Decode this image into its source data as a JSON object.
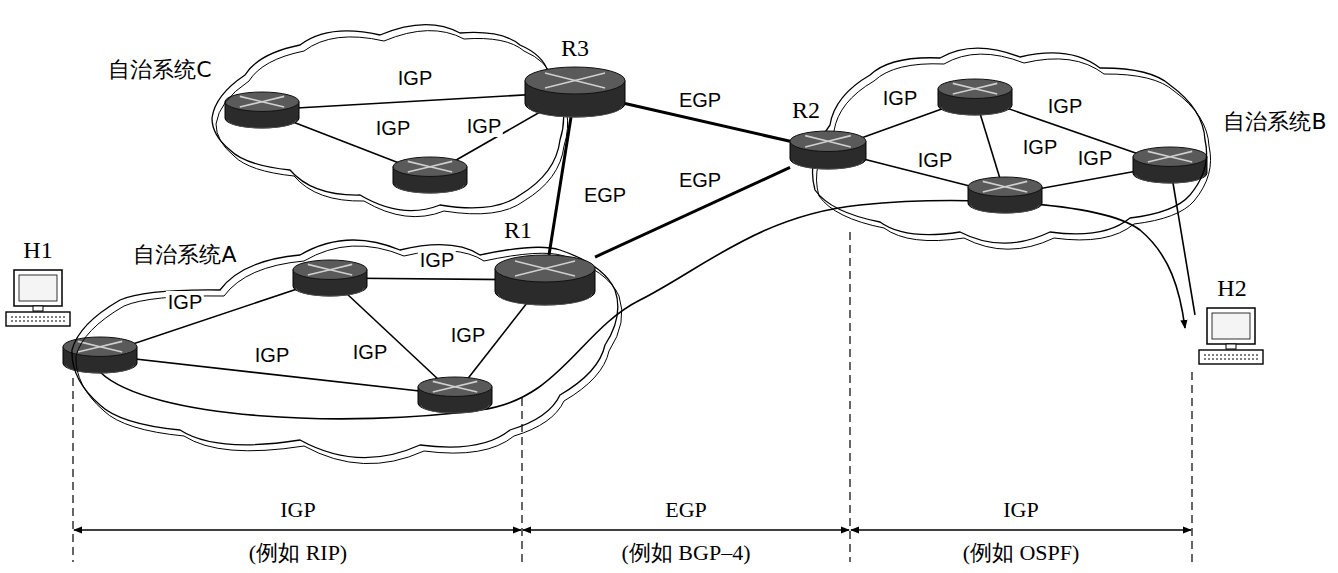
{
  "diagram": {
    "nodes": [
      {
        "text": [
          "自治系统C"
        ]
      },
      {
        "text": [
          "R3"
        ],
        "in": 0
      },
      {
        "text": [
          "自治系统A"
        ]
      },
      {
        "text": [
          "R1"
        ],
        "in": 2
      },
      {
        "text": [
          "自治系统B"
        ]
      },
      {
        "text": [
          "R2"
        ],
        "in": 4
      },
      {
        "text": [
          "H1"
        ]
      },
      {
        "text": [
          "H2"
        ]
      }
    ],
    "edges": [
      {
        "from": 1,
        "to": 5,
        "arrow": "none",
        "label": "EGP"
      },
      {
        "from": 1,
        "to": 3,
        "arrow": "none",
        "label": "EGP"
      },
      {
        "from": 3,
        "to": 5,
        "arrow": "none",
        "label": "EGP"
      }
    ],
    "labels": [
      "IGP",
      "IGP",
      "IGP",
      "IGP",
      "IGP",
      "IGP",
      "IGP",
      "IGP",
      "IGP",
      "IGP",
      "IGP",
      "IGP",
      "IGP",
      "IGP",
      "(例如 RIP)",
      "EGP",
      "(例如 BGP–4)",
      "IGP",
      "(例如 OSPF)"
    ]
  }
}
